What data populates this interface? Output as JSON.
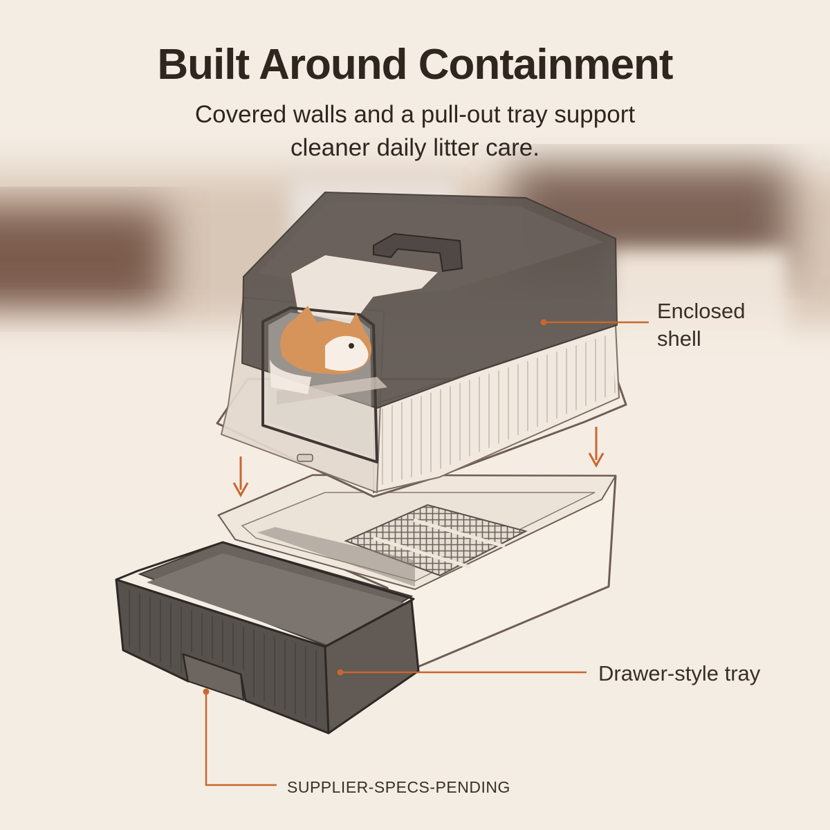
{
  "headline": "Built Around Containment",
  "subheadline": {
    "line1": "Covered walls and a pull-out tray support",
    "line2": "cleaner daily litter care."
  },
  "callouts": {
    "shell": {
      "line1": "Enclosed",
      "line2": "shell"
    },
    "tray": "Drawer-style tray",
    "specs": "SUPPLIER-SPECS-PENDING"
  },
  "colors": {
    "background": "#f4ede4",
    "text": "#2f2620",
    "accent": "#c8672e",
    "lid_dark": "#5e5651",
    "drawer_dark": "#55504c",
    "cream": "#f7f0e7",
    "outline": "#6e5e55",
    "cat_orange": "#d7945a"
  },
  "icons": {
    "arrow": "down-arrow-icon"
  }
}
